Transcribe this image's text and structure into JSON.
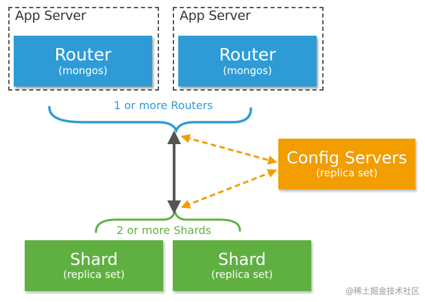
{
  "app_servers": [
    {
      "label": "App Server",
      "router": {
        "title": "Router",
        "subtitle": "(mongos)"
      }
    },
    {
      "label": "App Server",
      "router": {
        "title": "Router",
        "subtitle": "(mongos)"
      }
    }
  ],
  "routers_caption": "1 or more Routers",
  "config": {
    "title": "Config Servers",
    "subtitle": "(replica set)"
  },
  "shards_caption": "2 or more Shards",
  "shards": [
    {
      "title": "Shard",
      "subtitle": "(replica set)"
    },
    {
      "title": "Shard",
      "subtitle": "(replica set)"
    }
  ],
  "watermark": "@稀土掘金技术社区",
  "colors": {
    "router": "#2e9bd6",
    "config": "#f29d00",
    "shard": "#5fb041",
    "connector": "#555555"
  }
}
